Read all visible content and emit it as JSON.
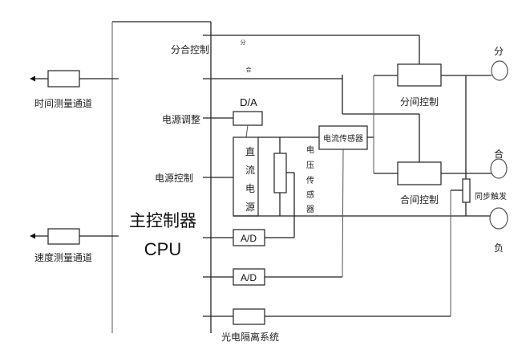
{
  "diagram": {
    "controller": {
      "title": "主控制器",
      "subtitle": "CPU"
    },
    "left_channels": {
      "time_measure": "时间测量通道",
      "speed_measure": "速度测量通道"
    },
    "signals": {
      "open_close_control": "分合控制",
      "open_small": "分",
      "close_small": "合",
      "power_adjust": "电源调整",
      "power_control": "电源控制"
    },
    "blocks": {
      "da": "D/A",
      "dc_power": [
        "直",
        "流",
        "电",
        "源"
      ],
      "current_sensor": "电流传感器",
      "voltage_sensor": [
        "电",
        "压",
        "传",
        "感",
        "器"
      ],
      "ad_1": "A/D",
      "ad_2": "A/D",
      "opto_isolation": "光电隔离系统",
      "open_control": "分间控制",
      "close_control": "合间控制",
      "sync_trigger": "同步触发"
    },
    "terminals": {
      "open": "分",
      "close": "合",
      "negative": "负"
    }
  }
}
